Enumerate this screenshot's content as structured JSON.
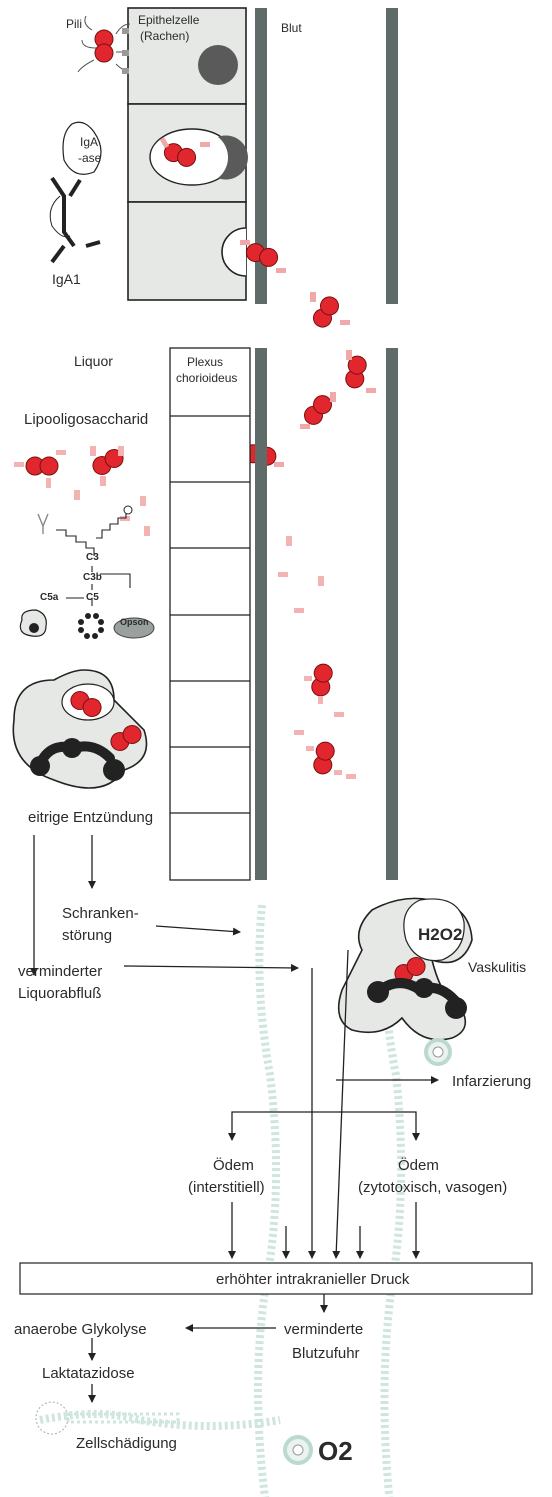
{
  "labels": {
    "pili": "Pili",
    "epithel_line1": "Epithelzelle",
    "epithel_line2": "(Rachen)",
    "blut": "Blut",
    "iga_ase_line1": "IgA",
    "iga_ase_line2": "-ase",
    "iga1": "IgA1",
    "liquor": "Liquor",
    "plexus_line1": "Plexus",
    "plexus_line2": "chorioideus",
    "lipooligosaccharid": "Lipooligosaccharid",
    "c3": "C3",
    "c3b": "C3b",
    "c5a": "C5a",
    "c5": "C5",
    "opson": "Opson",
    "eitrige": "eitrige Entzündung",
    "schranken_line1": "Schranken-",
    "schranken_line2": "störung",
    "vermind_liquor_line1": "verminderter",
    "vermind_liquor_line2": "Liquorabfluß",
    "h2o2": "H2O2",
    "vaskulitis": "Vaskulitis",
    "infarzierung": "Infarzierung",
    "oedem_left_line1": "Ödem",
    "oedem_left_line2": "(interstitiell)",
    "oedem_right_line1": "Ödem",
    "oedem_right_line2": "(zytotoxisch, vasogen)",
    "druck": "erhöhter intrakranieller Druck",
    "glykolyse": "anaerobe Glykolyse",
    "vermind_blut_line1": "verminderte",
    "vermind_blut_line2": "Blutzufuhr",
    "o2": "O2",
    "laktat": "Laktatazidose",
    "zellschaedigung": "Zellschädigung"
  },
  "colors": {
    "bacterium": "#e2262d",
    "pilus": "#f0a9a8",
    "vessel_wall": "#5f6b68",
    "cell_fill": "#e5e8e5",
    "damaged_vessel": "#cfe6df"
  }
}
